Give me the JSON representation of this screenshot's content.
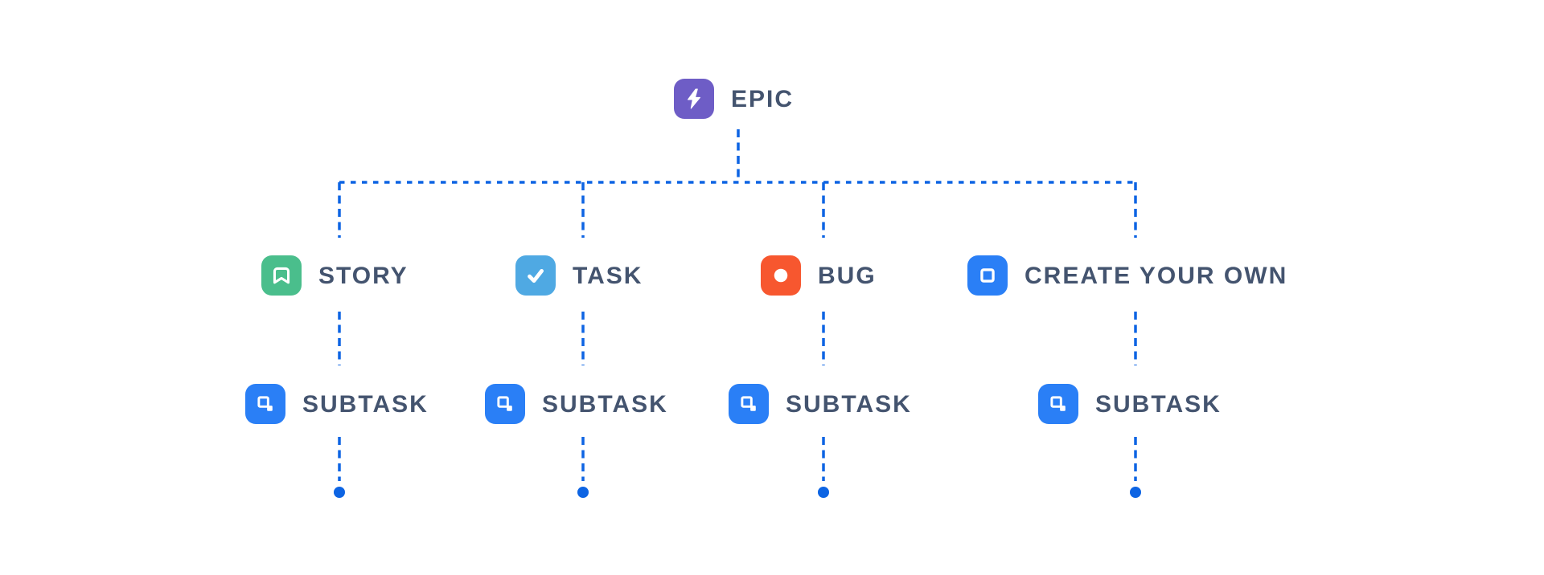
{
  "page": {
    "background_color": "#FFFFFF",
    "label_color": "#44546F",
    "connector_color": "#0D64E3"
  },
  "diagram": {
    "type": "hierarchy-tree",
    "root": {
      "label": "EPIC",
      "icon": "lightning-bolt-icon",
      "icon_bg": "#6E5DC6",
      "glyph_color": "#FFFFFF"
    },
    "level2": [
      {
        "label": "STORY",
        "icon": "bookmark-icon",
        "icon_bg": "#4ABE8C",
        "glyph_color": "#FFFFFF"
      },
      {
        "label": "TASK",
        "icon": "checkmark-icon",
        "icon_bg": "#4FA9E3",
        "glyph_color": "#FFFFFF"
      },
      {
        "label": "BUG",
        "icon": "filled-circle-icon",
        "icon_bg": "#F7572F",
        "glyph_color": "#FFFFFF"
      },
      {
        "label": "CREATE YOUR OWN",
        "icon": "square-outline-icon",
        "icon_bg": "#2A7FF6",
        "glyph_color": "#FFFFFF"
      }
    ],
    "level3": [
      {
        "label": "SUBTASK",
        "icon": "subtask-icon",
        "icon_bg": "#2A7FF6",
        "glyph_color": "#FFFFFF",
        "parent": "STORY"
      },
      {
        "label": "SUBTASK",
        "icon": "subtask-icon",
        "icon_bg": "#2A7FF6",
        "glyph_color": "#FFFFFF",
        "parent": "TASK"
      },
      {
        "label": "SUBTASK",
        "icon": "subtask-icon",
        "icon_bg": "#2A7FF6",
        "glyph_color": "#FFFFFF",
        "parent": "BUG"
      },
      {
        "label": "SUBTASK",
        "icon": "subtask-icon",
        "icon_bg": "#2A7FF6",
        "glyph_color": "#FFFFFF",
        "parent": "CREATE YOUR OWN"
      }
    ],
    "terminals": {
      "shape": "filled-dot",
      "count": 4,
      "color": "#0D64E3"
    }
  }
}
